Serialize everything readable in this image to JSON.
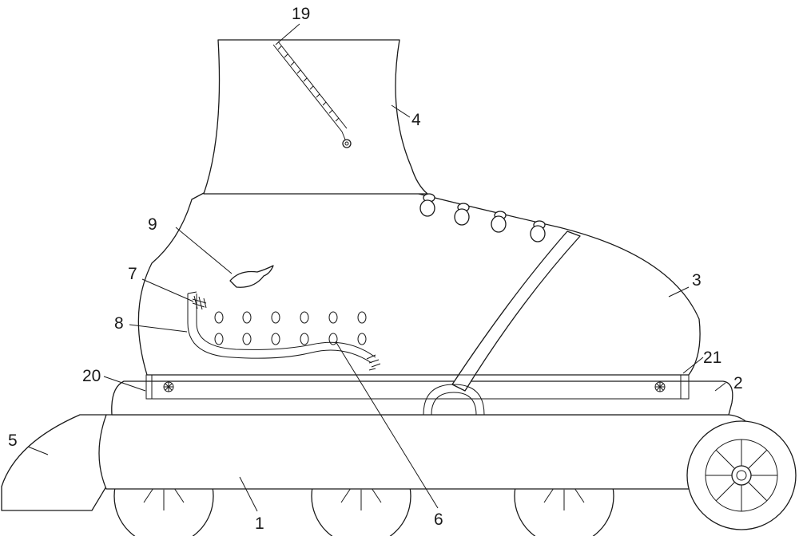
{
  "labels": {
    "l1": "1",
    "l2": "2",
    "l3": "3",
    "l4": "4",
    "l5": "5",
    "l6": "6",
    "l7": "7",
    "l8": "8",
    "l9": "9",
    "l19": "19",
    "l20": "20",
    "l21": "21"
  },
  "colors": {
    "line": "#1a1a1a",
    "background": "#ffffff"
  }
}
